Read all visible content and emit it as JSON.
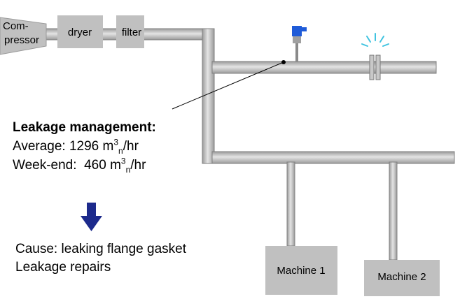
{
  "equipment": {
    "compressor_line1": "Com-",
    "compressor_line2": "pressor",
    "dryer": "dryer",
    "filter": "filter",
    "machine1": "Machine 1",
    "machine2": "Machine 2"
  },
  "summary": {
    "heading": "Leakage management:",
    "average_label": "Average:",
    "average_value": "1296 m",
    "week_end_label": "Week-end:",
    "week_end_value": "460 m",
    "unit_sup": "3",
    "unit_sub": "n",
    "unit_rest": "/hr",
    "cause": "Cause: leaking flange gasket",
    "repairs": "Leakage repairs"
  },
  "colors": {
    "pipe_fill": "#c0c0c0",
    "pipe_edge": "#808080",
    "box_fill": "#c0c0c0",
    "arrow": "#1c2a8c",
    "sensor_head": "#1f5bd8",
    "leak_marks": "#3fc3e0"
  },
  "icons": {
    "arrow": "down-arrow-icon",
    "sensor": "flow-sensor-icon",
    "flange": "flange-icon",
    "leak": "leak-spray-icon"
  }
}
